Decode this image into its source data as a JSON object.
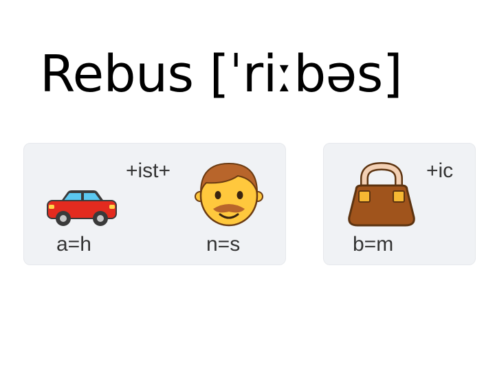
{
  "title": "Rebus [ˈriːbəs]",
  "cards": [
    {
      "connector": "+ist+",
      "items": [
        {
          "icon": "car-icon",
          "label": "a=h"
        },
        {
          "icon": "man-face-icon",
          "label": "n=s"
        }
      ]
    },
    {
      "connector": "+ic",
      "items": [
        {
          "icon": "handbag-icon",
          "label": "b=m"
        }
      ]
    }
  ],
  "colors": {
    "card_background": "#f0f2f5",
    "car_body": "#e32b1f",
    "car_window": "#5bc8f0",
    "face": "#ffc83d",
    "hair": "#b8652b",
    "bag_body": "#a0541c",
    "bag_clasp": "#f5b833"
  }
}
